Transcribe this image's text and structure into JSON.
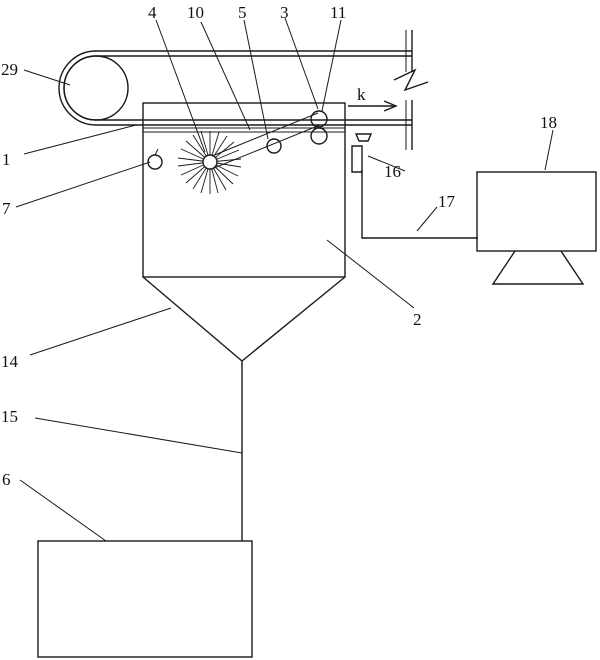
{
  "labels": {
    "l29": "29",
    "l4": "4",
    "l10": "10",
    "l5": "5",
    "l3": "3",
    "l11": "11",
    "l18": "18",
    "lk": "k",
    "l1": "1",
    "l16": "16",
    "l7": "7",
    "l17": "17",
    "l2": "2",
    "l14": "14",
    "l15": "15",
    "l6": "6"
  }
}
